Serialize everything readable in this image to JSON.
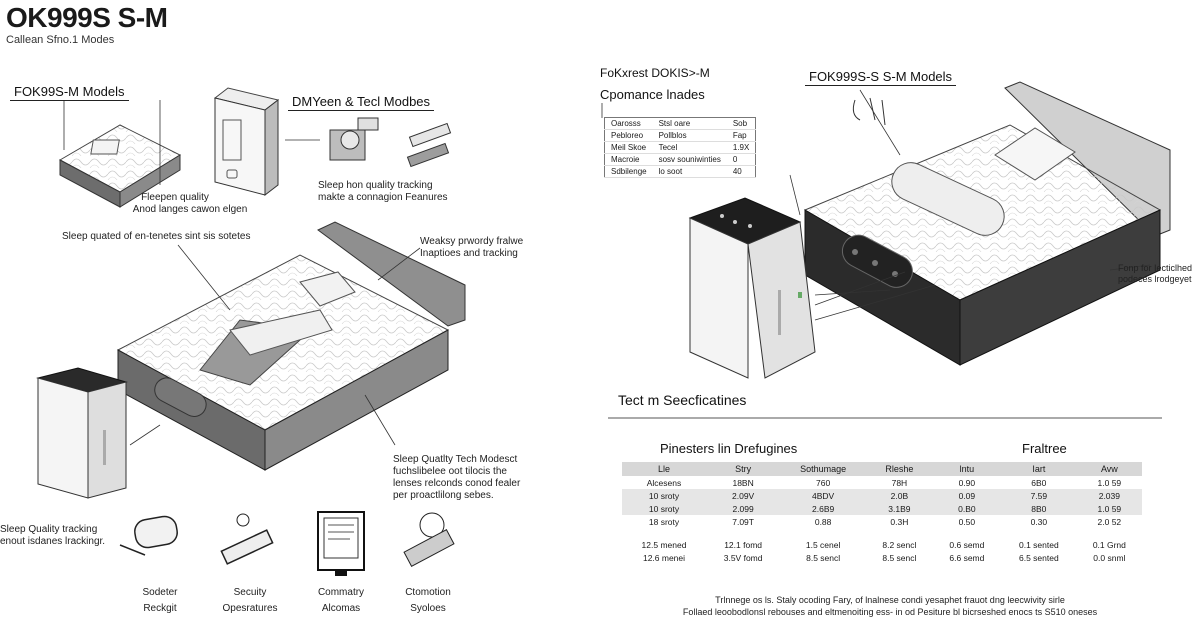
{
  "page": {
    "title": "OK999S S-M",
    "subtitle": "Callean Sfno.1 Modes"
  },
  "left": {
    "models_label": "FOK99S-M Models",
    "kit_label": "DMYeen & Tecl Modbes",
    "pad_caption_1": "Fleepen quality",
    "pad_caption_2": "Anod langes cawon elgen",
    "kit_caption_1": "Sleep hon quality tracking",
    "kit_caption_2": "makte a connagion Feanures",
    "bed_caption": "Sleep quated of en-tenetes sint sis sotetes",
    "right_caption_1": "Weaksy prwordy fralwe",
    "right_caption_2": "Inaptioes and tracking",
    "tech_caption_1": "Sleep Quatlty Tech Modesct",
    "tech_caption_2": "fuchslibelee oot tilocis the",
    "tech_caption_3": "lenses relconds conod fealer",
    "tech_caption_4": "per proactlilong sebes.",
    "device_caption_1": "Sleep Quality tracking",
    "device_caption_2": "enout isdanes lrackingr.",
    "bottom_icons": [
      {
        "name": "Sodeter",
        "sub": "Reckgit"
      },
      {
        "name": "Secuity",
        "sub": "Opesratures"
      },
      {
        "name": "Commatry",
        "sub": "Alcomas"
      },
      {
        "name": "Ctomotion",
        "sub": "Syoloes"
      }
    ]
  },
  "right": {
    "hdr_1": "FoKxrest DOKIS>-M",
    "hdr_2": "Cpomance lnades",
    "models_label": "FOK999S-S S-M Models",
    "spec_rows": [
      [
        "Oarosss",
        "Stsl oare",
        "Sob"
      ],
      [
        "Pebloreo",
        "Pollblos",
        "Fap"
      ],
      [
        "Meil Skoe",
        "Tecel",
        "1.9X"
      ],
      [
        "Macroie",
        "sosv souniwinties",
        "0"
      ],
      [
        "Sdbilenge",
        "lo soot",
        "40"
      ]
    ],
    "note_1": "Fonp for Iecticlhed",
    "note_2": "podeces lrodgeyet",
    "tech_title": "Tect m Seecficatines",
    "sub_left": "Pinesters lin Drefugines",
    "sub_right": "Fraltree",
    "table_headers": [
      "Lle",
      "Stry",
      "Sothumage",
      "Rleshe",
      "lntu",
      "Iart",
      "Avw"
    ],
    "table_rows": [
      [
        "Alcesens",
        "18BN",
        "760",
        "78H",
        "0.90",
        "6B0",
        "1.0 59"
      ],
      [
        "10 sroty",
        "2.09V",
        "4BDV",
        "2.0B",
        "0.09",
        "7.59",
        "2.039"
      ],
      [
        "10 sroty",
        "2.099",
        "2.6B9",
        "3.1B9",
        "0.B0",
        "8B0",
        "1.0 59"
      ],
      [
        "18 sroty",
        "7.09T",
        "0.88",
        "0.3H",
        "0.50",
        "0.30",
        "2.0 52"
      ]
    ],
    "table_footer": [
      [
        "12.5 mened",
        "12.1 fomd",
        "1.5 cenel",
        "8.2 sencl",
        "0.6 semd",
        "0.1 sented",
        "0.1 Grnd"
      ],
      [
        "12.6 menei",
        "3.5V fomd",
        "8.5 sencl",
        "8.5 sencl",
        "6.6 semd",
        "6.5 sented",
        "0.0 snml"
      ]
    ],
    "footnote_1": "Trlnnege os ls. Staly ocoding Fary, of lnalnese condi yesaphet frauot dng leecwivity sirle",
    "footnote_2": "Follaed leoobodlonsl rebouses and eltmenoiting ess- in od Pesiture bl bicrseshed enocs ts S510 oneses"
  }
}
